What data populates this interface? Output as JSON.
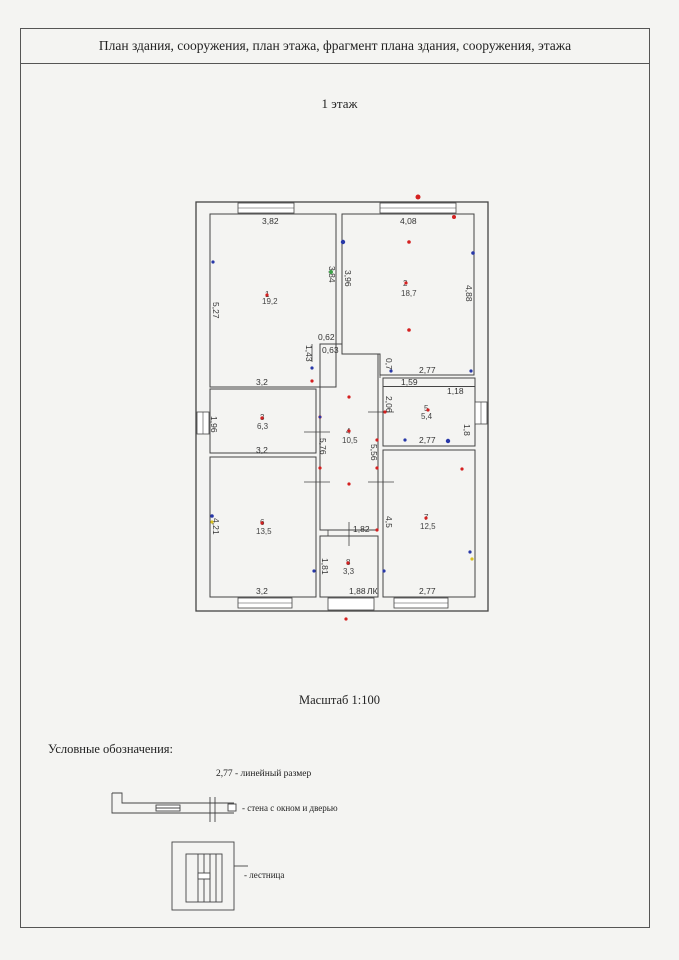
{
  "header": {
    "title": "План здания, сооружения, план этажа, фрагмент плана здания, сооружения, этажа"
  },
  "floor": {
    "title": "1 этаж"
  },
  "scale": {
    "label": "Масштаб 1:100"
  },
  "legend": {
    "title": "Условные обозначения:",
    "dimension": "2,77 - линейный размер",
    "wall": "- стена с окном и дверью",
    "stair": "- лестница"
  },
  "dimensions": {
    "r1_top": "3,82",
    "r1_side": "5,27",
    "r1_right": "3,84",
    "r2_top": "4,08",
    "r2_left": "3,96",
    "r2_right": "4,88",
    "r_062": "0,62",
    "r_063": "0,63",
    "r_143": "1,43",
    "r3_top": "3,2",
    "r3_bottom": "3,2",
    "r3_side": "1,96",
    "corr_576": "5,76",
    "corr_556": "5,56",
    "r5_07": "0,7",
    "r5_277a": "2,77",
    "r5_159": "1,59",
    "r5_118": "1,18",
    "r5_206": "2,06",
    "r5_18": "1,8",
    "r5_277b": "2,77",
    "r6_side": "4,21",
    "r6_bottom": "3,2",
    "r7_side": "4,5",
    "r7_bottom": "2,77",
    "r8_top": "1,82",
    "r8_side": "1,81",
    "r8_bottom": "1,88",
    "stair_mark": "ЛК"
  },
  "rooms": [
    {
      "num": "1",
      "area": "19,2"
    },
    {
      "num": "2",
      "area": "18,7"
    },
    {
      "num": "3",
      "area": "6,3"
    },
    {
      "num": "4",
      "area": "10,5"
    },
    {
      "num": "5",
      "area": "5,4"
    },
    {
      "num": "6",
      "area": "13,5"
    },
    {
      "num": "7",
      "area": "12,5"
    },
    {
      "num": "8",
      "area": "3,3"
    }
  ],
  "colors": {
    "red_dot": "#d42020",
    "blue_dot": "#2838a8",
    "line": "#444444"
  }
}
